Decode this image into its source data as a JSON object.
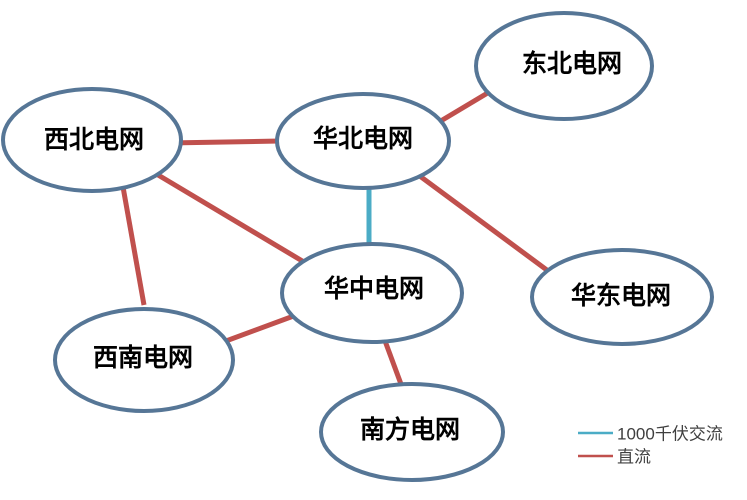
{
  "diagram": {
    "title": "",
    "nodes": [
      {
        "id": "xibei",
        "label": "西北电网"
      },
      {
        "id": "huabei",
        "label": "华北电网"
      },
      {
        "id": "dongbei",
        "label": "东北电网"
      },
      {
        "id": "huadong",
        "label": "华东电网"
      },
      {
        "id": "huazhong",
        "label": "华中电网"
      },
      {
        "id": "xinan",
        "label": "西南电网"
      },
      {
        "id": "nanfang",
        "label": "南方电网"
      }
    ],
    "edges": [
      {
        "from": "西北电网",
        "to": "华北电网",
        "type": "直流"
      },
      {
        "from": "华北电网",
        "to": "东北电网",
        "type": "直流"
      },
      {
        "from": "华北电网",
        "to": "华东电网",
        "type": "直流"
      },
      {
        "from": "华北电网",
        "to": "华中电网",
        "type": "1000千伏交流"
      },
      {
        "from": "西北电网",
        "to": "华中电网",
        "type": "直流"
      },
      {
        "from": "西北电网",
        "to": "西南电网",
        "type": "直流"
      },
      {
        "from": "西南电网",
        "to": "华中电网",
        "type": "直流"
      },
      {
        "from": "华中电网",
        "to": "南方电网",
        "type": "直流"
      }
    ],
    "legend": [
      {
        "label": "1000千伏交流",
        "color": "#4bacc6"
      },
      {
        "label": "直流",
        "color": "#c0504d"
      }
    ],
    "colors": {
      "node_stroke": "#567696",
      "dc_line": "#c0504d",
      "ac_line": "#4bacc6",
      "node_label": "#000000",
      "legend_text": "#3f3f3f",
      "background": "#ffffff"
    }
  }
}
